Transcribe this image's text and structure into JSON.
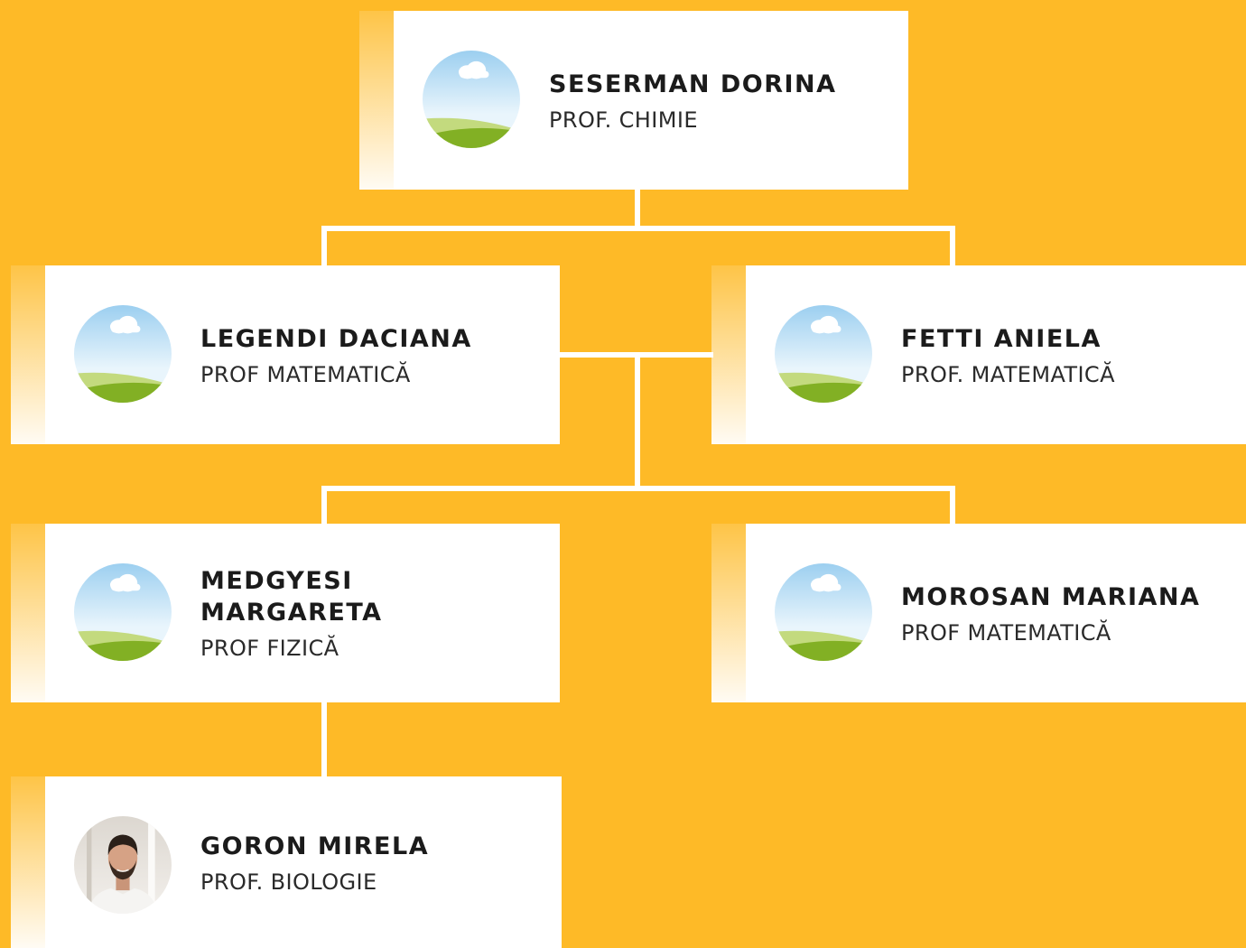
{
  "chart": {
    "nodes": [
      {
        "name": "SESERMAN DORINA",
        "role": "PROF. CHIMIE",
        "avatar_icon": "landscape-placeholder-icon"
      },
      {
        "name": "LEGENDI DACIANA",
        "role": "PROF MATEMATICĂ",
        "avatar_icon": "landscape-placeholder-icon"
      },
      {
        "name": "FETTI ANIELA",
        "role": "PROF. MATEMATICĂ",
        "avatar_icon": "landscape-placeholder-icon"
      },
      {
        "name": "MEDGYESI MARGARETA",
        "role": "PROF FIZICĂ",
        "avatar_icon": "landscape-placeholder-icon"
      },
      {
        "name": "MOROSAN MARIANA",
        "role": "PROF MATEMATICĂ",
        "avatar_icon": "landscape-placeholder-icon"
      },
      {
        "name": "GORON MIRELA",
        "role": "PROF. BIOLOGIE",
        "avatar_icon": "person-photo"
      }
    ],
    "colors": {
      "background": "#FEBA27",
      "card": "#FFFFFF",
      "connector": "#FFFFFF",
      "text": "#1B1B1B"
    }
  }
}
